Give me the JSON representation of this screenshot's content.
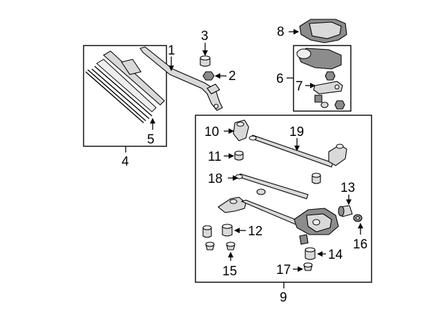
{
  "callouts": {
    "c1": "1",
    "c2": "2",
    "c3": "3",
    "c4": "4",
    "c5": "5",
    "c6": "6",
    "c7": "7",
    "c8": "8",
    "c9": "9",
    "c10": "10",
    "c11": "11",
    "c12": "12",
    "c13": "13",
    "c14": "14",
    "c15": "15",
    "c16": "16",
    "c17": "17",
    "c18": "18",
    "c19": "19"
  },
  "colors": {
    "line": "#000000",
    "part_fill": "#d9d9d9",
    "part_shade": "#8c8c8c",
    "background": "#ffffff"
  }
}
